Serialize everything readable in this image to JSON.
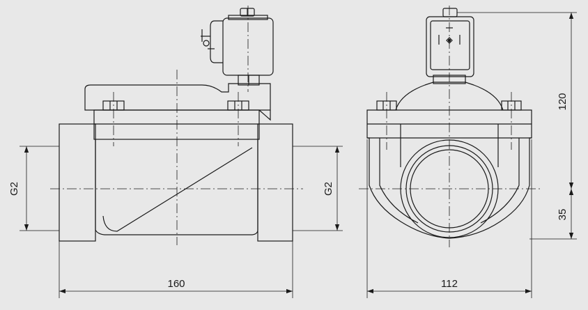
{
  "drawing": {
    "background": "#e8e8e8",
    "line_color": "#1a1a1a",
    "dimensions": {
      "length": "160",
      "width": "112",
      "height_top": "120",
      "height_bottom": "35",
      "port_left": "G2",
      "port_right": "G2"
    }
  }
}
